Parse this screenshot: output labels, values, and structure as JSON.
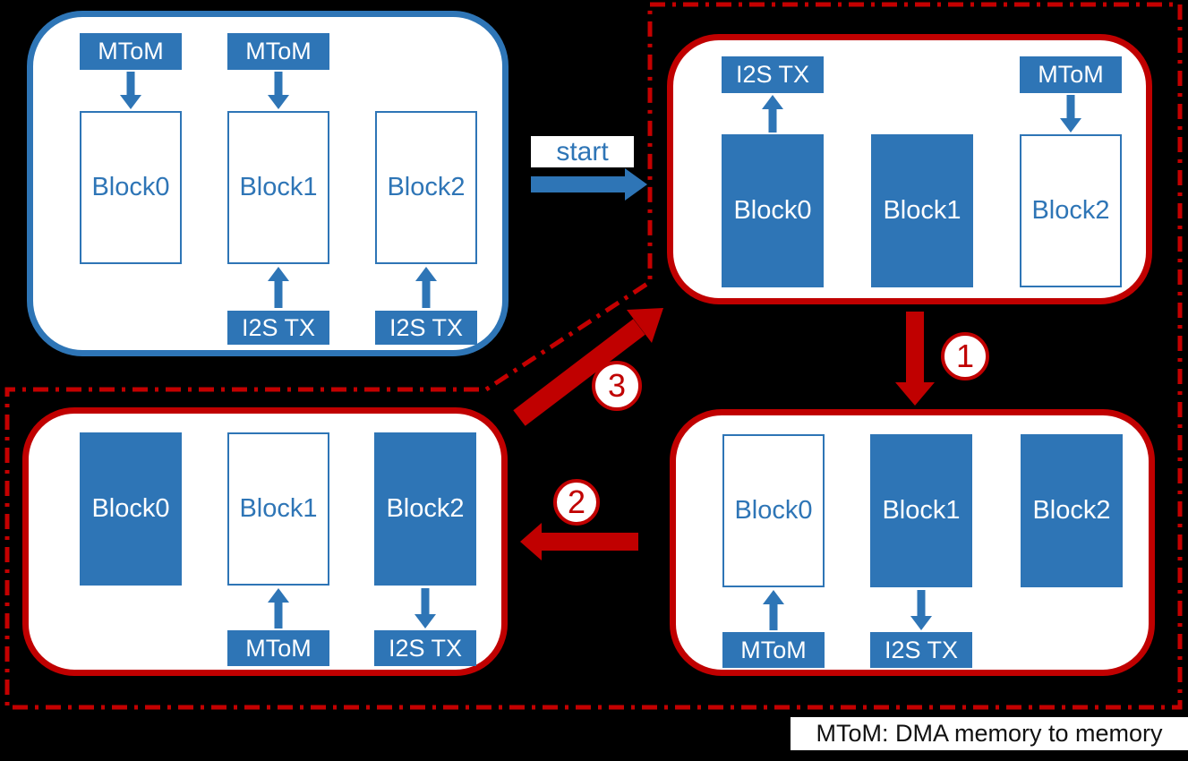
{
  "colors": {
    "blue": "#2e75b6",
    "red": "#c00000",
    "dash_red": "#c40000",
    "background": "#000000",
    "white": "#ffffff"
  },
  "start": {
    "label": "start"
  },
  "legend": {
    "text": "MToM: DMA memory to memory"
  },
  "step_badges": {
    "step1": "1",
    "step2": "2",
    "step3": "3"
  },
  "panels": [
    {
      "name": "initial-buffers",
      "border_color": "blue",
      "columns": [
        {
          "top_label": "MToM",
          "top_arrow": "down",
          "label": "Block0",
          "state": "empty"
        },
        {
          "top_label": "MToM",
          "top_arrow": "down",
          "label": "Block1",
          "state": "empty",
          "bottom_label": "I2S TX",
          "bottom_arrow": "up"
        },
        {
          "label": "Block2",
          "state": "empty",
          "bottom_label": "I2S TX",
          "bottom_arrow": "up"
        }
      ]
    },
    {
      "name": "state-after-start",
      "border_color": "red",
      "columns": [
        {
          "top_label": "I2S TX",
          "top_arrow": "up",
          "label": "Block0",
          "state": "filled"
        },
        {
          "label": "Block1",
          "state": "filled"
        },
        {
          "top_label": "MToM",
          "top_arrow": "down",
          "label": "Block2",
          "state": "empty"
        }
      ]
    },
    {
      "name": "state-after-step-1",
      "border_color": "red",
      "columns": [
        {
          "label": "Block0",
          "state": "empty",
          "bottom_label": "MToM",
          "bottom_arrow": "up"
        },
        {
          "label": "Block1",
          "state": "filled",
          "bottom_label": "I2S TX",
          "bottom_arrow": "down"
        },
        {
          "label": "Block2",
          "state": "filled"
        }
      ]
    },
    {
      "name": "state-after-step-2",
      "border_color": "red",
      "columns": [
        {
          "label": "Block0",
          "state": "filled"
        },
        {
          "label": "Block1",
          "state": "empty",
          "bottom_label": "MToM",
          "bottom_arrow": "up"
        },
        {
          "label": "Block2",
          "state": "filled",
          "bottom_label": "I2S TX",
          "bottom_arrow": "down"
        }
      ]
    }
  ]
}
